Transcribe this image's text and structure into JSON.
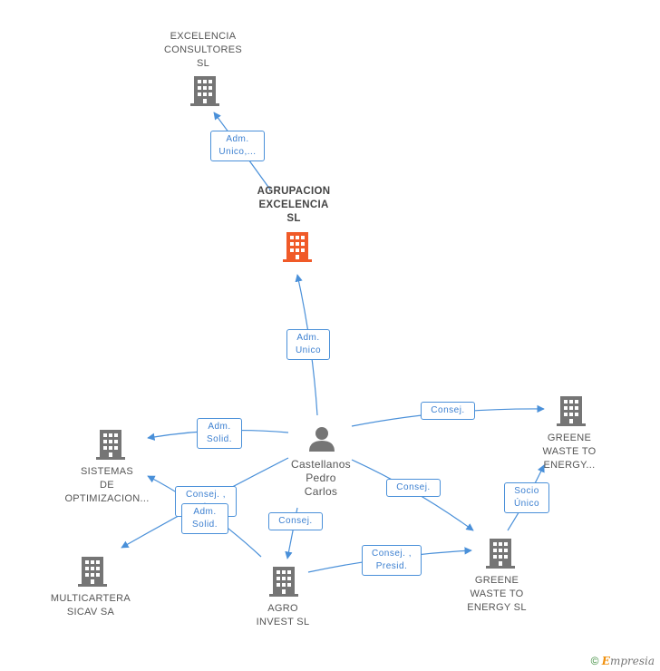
{
  "nodes": {
    "excelencia_consultores": {
      "label": "EXCELENCIA\nCONSULTORES\nSL"
    },
    "agrupacion_excelencia": {
      "label": "AGRUPACION\nEXCELENCIA\nSL"
    },
    "castellanos": {
      "label": "Castellanos\nPedro\nCarlos"
    },
    "sistemas": {
      "label": "SISTEMAS\nDE\nOPTIMIZACION..."
    },
    "greene_waste_top": {
      "label": "GREENE\nWASTE TO\nENERGY..."
    },
    "multicartera": {
      "label": "MULTICARTERA\nSICAV SA"
    },
    "agro_invest": {
      "label": "AGRO\nINVEST SL"
    },
    "greene_waste_sl": {
      "label": "GREENE\nWASTE TO\nENERGY SL"
    }
  },
  "edges": {
    "adm_unico_top": "Adm.\nUnico,...",
    "adm_unico": "Adm.\nUnico",
    "consej_greene": "Consej.",
    "adm_solid_sistemas": "Adm.\nSolid.",
    "consej_adm_solid_multi": "Consej. ,\nAdm.",
    "adm_solid_multi": "Adm.\nSolid.",
    "consej_greene_sl": "Consej.",
    "consej_agro": "Consej.",
    "socio_unico": "Socio\nÚnico",
    "consej_presid": "Consej. ,\nPresid."
  },
  "colors": {
    "edge": "#4a90d9",
    "building": "#757575",
    "building_highlight": "#f05a28",
    "person": "#757575"
  },
  "footer": {
    "copyright": "©",
    "brand_e": "E",
    "brand_rest": "mpresia"
  }
}
